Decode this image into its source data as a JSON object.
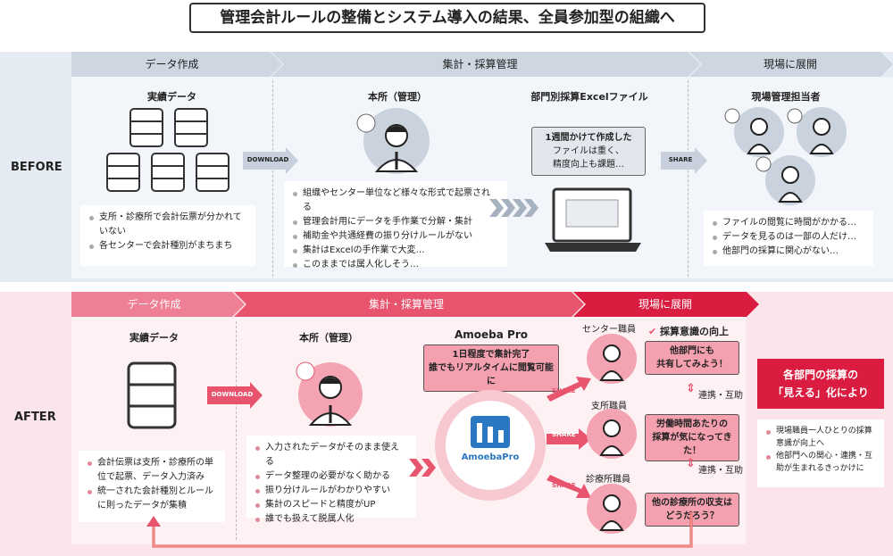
{
  "title": "管理会計ルールの整備とシステム導入の結果、全員参加型の組織へ",
  "before": {
    "label": "BEFORE",
    "sections": [
      "データ作成",
      "集計・採算管理",
      "現場に展開"
    ],
    "data_title": "実績データ",
    "data_notes": [
      "支所・診療所で会計伝票が分かれていない",
      "各センターで会計種別がまちまち"
    ],
    "download": "DOWNLOAD",
    "hq_title": "本所（管理）",
    "hq_notes": [
      "組織やセンター単位など様々な形式で起票される",
      "管理会計用にデータを手作業で分解・集計",
      "補助金や共通経費の振り分けルールがない",
      "集計はExcelの手作業で大変…",
      "このままでは属人化しそう…"
    ],
    "excel_title": "部門別採算Excelファイル",
    "excel_bubble": [
      "1週間かけて作成した",
      "ファイルは重く、",
      "精度向上も課題…"
    ],
    "share": "SHARE",
    "staff_title": "現場管理担当者",
    "staff_notes": [
      "ファイルの閲覧に時間がかかる…",
      "データを見るのは一部の人だけ…",
      "他部門の採算に関心がない…"
    ]
  },
  "after": {
    "label": "AFTER",
    "sections": [
      "データ作成",
      "集計・採算管理",
      "現場に展開"
    ],
    "data_title": "実績データ",
    "data_notes": [
      "会計伝票は支所・診療所の単位で起票、データ入力済み",
      "統一された会計種別とルールに則ったデータが集積"
    ],
    "download": "DOWNLOAD",
    "hq_title": "本所（管理）",
    "hq_notes": [
      "入力されたデータがそのまま使える",
      "データ整理の必要がなく助かる",
      "振り分けルールがわかりやすい",
      "集計のスピードと精度がUP",
      "誰でも扱えて脱属人化"
    ],
    "amoeba_title": "Amoeba Pro",
    "amoeba_box": [
      "1日程度で集計完了",
      "誰でもリアルタイムに閲覧可能に"
    ],
    "amoeba_logo": "AmoebaPro",
    "share": "SHARE",
    "staff": [
      {
        "role": "センター職員",
        "bubble": [
          "他部門にも",
          "共有してみよう！"
        ]
      },
      {
        "role": "支所職員",
        "bubble": [
          "労働時間あたりの",
          "採算が気になってきた！"
        ]
      },
      {
        "role": "診療所職員",
        "bubble": [
          "他の診療所の収支は",
          "どうだろう？"
        ]
      }
    ],
    "awareness": "採算意識の向上",
    "collab": "連携・互助",
    "result_title": [
      "各部門の採算の",
      "「見える」化により"
    ],
    "result_notes": [
      "現場職員一人ひとりの採算意識が向上へ",
      "他部門への関心・連携・互助が生まれるきっかけに"
    ]
  }
}
